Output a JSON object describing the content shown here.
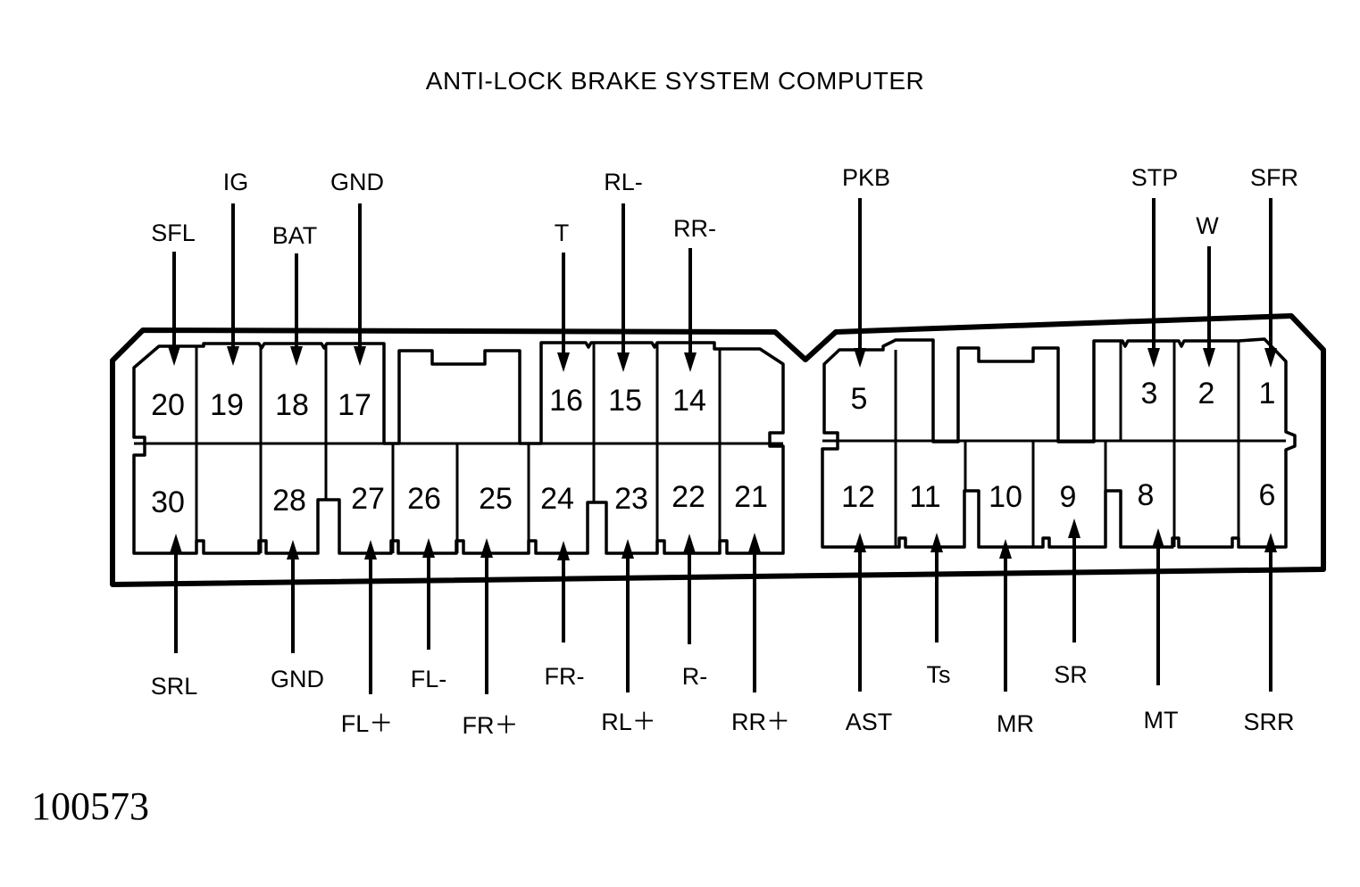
{
  "title": "ANTI-LOCK BRAKE SYSTEM COMPUTER",
  "figure_id": "100573",
  "connector": {
    "left_block": {
      "top_row": [
        {
          "pin": "20",
          "signal": "SFL"
        },
        {
          "pin": "19",
          "signal": "IG"
        },
        {
          "pin": "18",
          "signal": "BAT"
        },
        {
          "pin": "17",
          "signal": "GND"
        },
        {
          "pin": "",
          "signal": ""
        },
        {
          "pin": "16",
          "signal": "T"
        },
        {
          "pin": "15",
          "signal": "RL-"
        },
        {
          "pin": "14",
          "signal": "RR-"
        },
        {
          "pin": "",
          "signal": ""
        }
      ],
      "bottom_row": [
        {
          "pin": "30",
          "signal": "SRL"
        },
        {
          "pin": "",
          "signal": ""
        },
        {
          "pin": "28",
          "signal": "GND"
        },
        {
          "pin": "27",
          "signal": "FL+"
        },
        {
          "pin": "26",
          "signal": "FL-"
        },
        {
          "pin": "25",
          "signal": "FR+"
        },
        {
          "pin": "24",
          "signal": "FR-"
        },
        {
          "pin": "23",
          "signal": "RL+"
        },
        {
          "pin": "22",
          "signal": "R-"
        },
        {
          "pin": "21",
          "signal": "RR+"
        }
      ]
    },
    "right_block": {
      "top_row": [
        {
          "pin": "5",
          "signal": "PKB"
        },
        {
          "pin": "",
          "signal": ""
        },
        {
          "pin": "",
          "signal": ""
        },
        {
          "pin": "3",
          "signal": "STP"
        },
        {
          "pin": "2",
          "signal": "W"
        },
        {
          "pin": "1",
          "signal": "SFR"
        }
      ],
      "bottom_row": [
        {
          "pin": "12",
          "signal": "AST"
        },
        {
          "pin": "11",
          "signal": "Ts"
        },
        {
          "pin": "10",
          "signal": "MR"
        },
        {
          "pin": "9",
          "signal": "SR"
        },
        {
          "pin": "8",
          "signal": "MT"
        },
        {
          "pin": "",
          "signal": ""
        },
        {
          "pin": "6",
          "signal": "SRR"
        }
      ]
    }
  },
  "labels": {
    "top": [
      {
        "text": "SFL",
        "pin": "20"
      },
      {
        "text": "IG",
        "pin": "19"
      },
      {
        "text": "BAT",
        "pin": "18"
      },
      {
        "text": "GND",
        "pin": "17"
      },
      {
        "text": "T",
        "pin": "16"
      },
      {
        "text": "RL-",
        "pin": "15"
      },
      {
        "text": "RR-",
        "pin": "14"
      },
      {
        "text": "PKB",
        "pin": "5"
      },
      {
        "text": "STP",
        "pin": "3"
      },
      {
        "text": "W",
        "pin": "2"
      },
      {
        "text": "SFR",
        "pin": "1"
      }
    ],
    "bottom": [
      {
        "text": "SRL",
        "pin": "30"
      },
      {
        "text": "GND",
        "pin": "28"
      },
      {
        "text": "FL＋",
        "pin": "27"
      },
      {
        "text": "FL-",
        "pin": "26"
      },
      {
        "text": "FR＋",
        "pin": "25"
      },
      {
        "text": "FR-",
        "pin": "24"
      },
      {
        "text": "RL＋",
        "pin": "23"
      },
      {
        "text": "R-",
        "pin": "22"
      },
      {
        "text": "RR＋",
        "pin": "21"
      },
      {
        "text": "AST",
        "pin": "12"
      },
      {
        "text": "Ts",
        "pin": "11"
      },
      {
        "text": "MR",
        "pin": "10"
      },
      {
        "text": "SR",
        "pin": "9"
      },
      {
        "text": "MT",
        "pin": "8"
      },
      {
        "text": "SRR",
        "pin": "6"
      }
    ]
  }
}
